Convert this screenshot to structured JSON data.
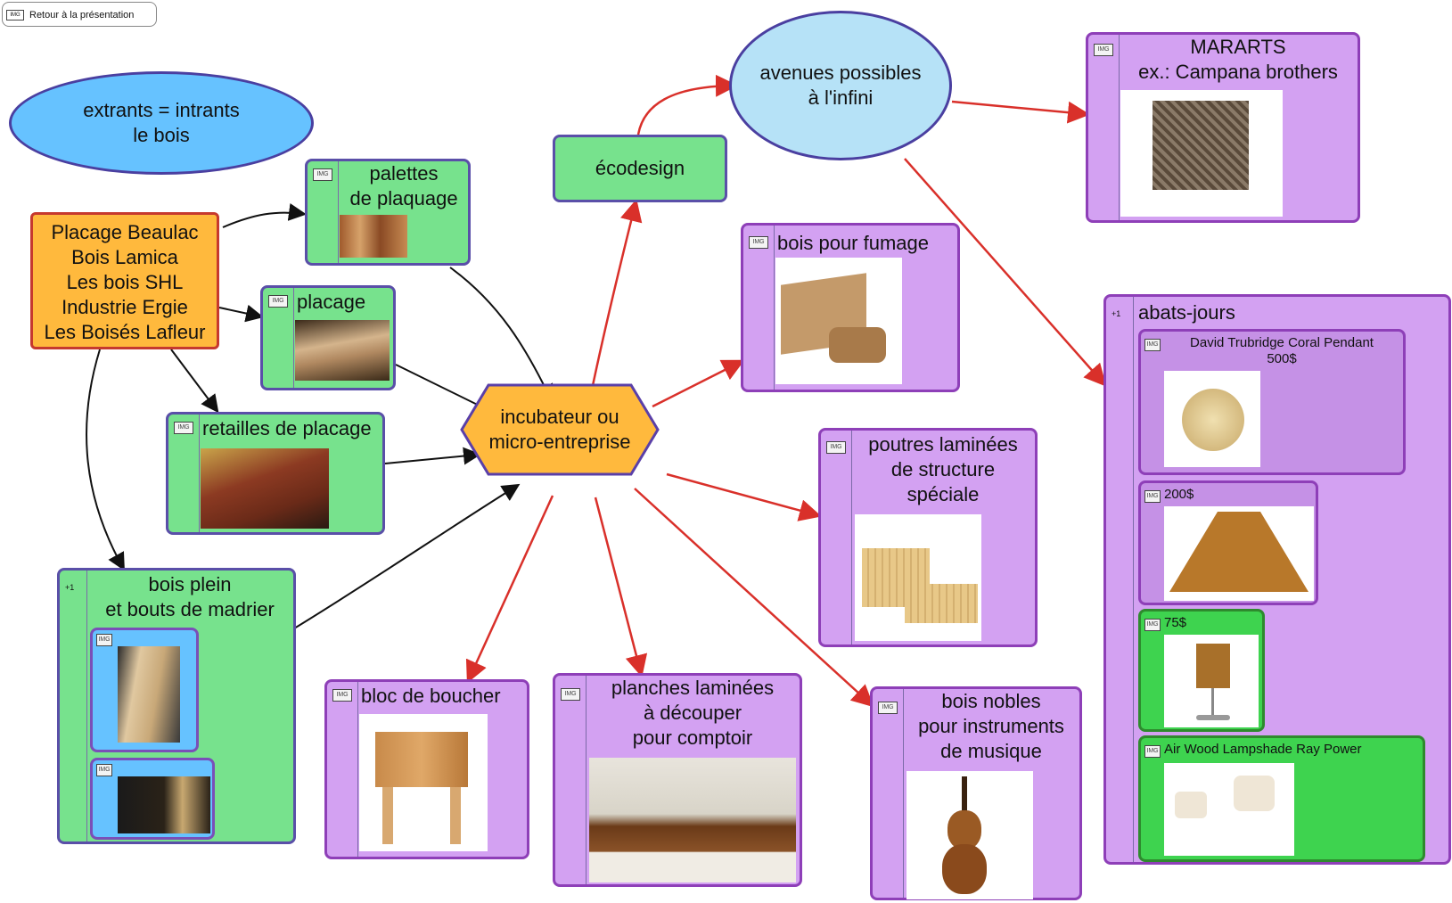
{
  "back_button": {
    "label": "Retour à la présentation",
    "icon": "slide-icon"
  },
  "center": {
    "label": "incubateur ou\nmicro-entreprise"
  },
  "ellipse_left": {
    "label": "extrants = intrants\nle bois"
  },
  "ellipse_top": {
    "label": "avenues possibles\nà l'infini"
  },
  "suppliers": {
    "label": "Placage Beaulac\nBois Lamica\nLes bois SHL\nIndustrie Ergie\nLes Boisés Lafleur"
  },
  "ecodesign": {
    "label": "écodesign"
  },
  "palettes": {
    "label": "palettes\nde plaquage"
  },
  "placage": {
    "label": "placage"
  },
  "retailles": {
    "label": "retailles de placage"
  },
  "bois_plein": {
    "label": "bois plein\net bouts de madrier",
    "collapse": "+1"
  },
  "bloc_boucher": {
    "label": "bloc de boucher"
  },
  "planches": {
    "label": "planches laminées\nà découper\npour comptoir"
  },
  "bois_nobles": {
    "label": "bois nobles\npour instruments\nde musique"
  },
  "poutres": {
    "label": "poutres laminées\nde structure\nspéciale"
  },
  "fumage": {
    "label": "bois pour fumage"
  },
  "mararts": {
    "label": "MARARTS\nex.: Campana brothers"
  },
  "abats_jours": {
    "label": "abats-jours",
    "collapse": "+1",
    "items": [
      {
        "label": "David Trubridge Coral Pendant\n500$"
      },
      {
        "label": "200$"
      },
      {
        "label": "75$"
      },
      {
        "label": "Air Wood Lampshade Ray Power"
      }
    ]
  },
  "tag_text": "IMG",
  "colors": {
    "green_node": "#77e28d",
    "purple_node": "#d3a1f2",
    "orange_node": "#ffb93d",
    "ellipse_blue": "#66c2ff",
    "ellipse_light": "#b6e2f7",
    "red_link": "#d9302a",
    "black_link": "#111111"
  }
}
